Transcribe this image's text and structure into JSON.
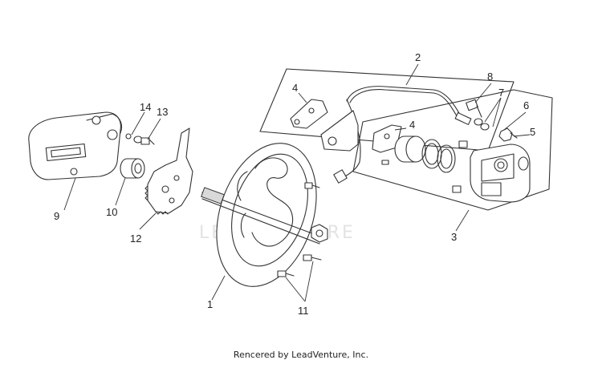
{
  "diagram": {
    "callouts": [
      {
        "id": "1",
        "label": "1"
      },
      {
        "id": "2",
        "label": "2"
      },
      {
        "id": "3",
        "label": "3"
      },
      {
        "id": "4a",
        "label": "4"
      },
      {
        "id": "4b",
        "label": "4"
      },
      {
        "id": "5",
        "label": "5"
      },
      {
        "id": "6",
        "label": "6"
      },
      {
        "id": "7",
        "label": "7"
      },
      {
        "id": "8",
        "label": "8"
      },
      {
        "id": "9",
        "label": "9"
      },
      {
        "id": "10",
        "label": "10"
      },
      {
        "id": "11",
        "label": "11"
      },
      {
        "id": "12",
        "label": "12"
      },
      {
        "id": "13",
        "label": "13"
      },
      {
        "id": "14",
        "label": "14"
      }
    ],
    "watermark": "LEADVENTURE"
  },
  "footer": {
    "credit": "Rencered by LeadVenture, Inc."
  }
}
